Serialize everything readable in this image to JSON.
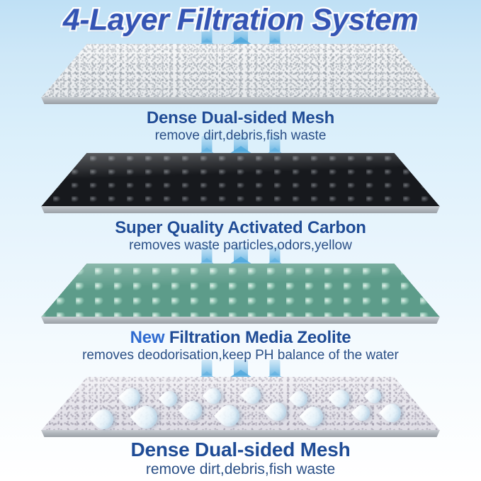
{
  "poster": {
    "title": "4-Layer Filtration System",
    "background_top_color": "#bfe0f5",
    "background_bottom_color": "#ffffff",
    "title_color": "#3454b4",
    "title_outline_color": "#ffffff",
    "heading_color": "#1f4c96",
    "subtext_color": "#2a4f86",
    "arrow_color": "#6ab7e4"
  },
  "layers": [
    {
      "index": "1",
      "heading": "Dense Dual-sided Mesh",
      "heading_highlight": "",
      "heading_rest": "Dense Dual-sided Mesh",
      "subtext": "remove dirt,debris,fish waste",
      "material": "white-fiber-mesh",
      "material_color": "#eef0f2"
    },
    {
      "index": "2",
      "heading": "Super Quality Activated Carbon",
      "heading_highlight": "",
      "heading_rest": "Super Quality Activated Carbon",
      "subtext": "removes waste particles,odors,yellow",
      "material": "activated-carbon-granules",
      "material_color": "#15161a"
    },
    {
      "index": "3",
      "heading": "New Filtration Media Zeolite",
      "heading_highlight": "New",
      "heading_rest": " Filtration Media Zeolite",
      "subtext": "removes deodorisation,keep PH balance of the water",
      "material": "zeolite-gravel",
      "material_color": "#8fc4b2"
    },
    {
      "index": "4",
      "heading": "Dense Dual-sided Mesh",
      "heading_highlight": "",
      "heading_rest": "Dense Dual-sided Mesh",
      "subtext": "remove dirt,debris,fish waste",
      "material": "white-fiber-mesh-with-water-droplets",
      "material_color": "#e6e4ea"
    }
  ]
}
